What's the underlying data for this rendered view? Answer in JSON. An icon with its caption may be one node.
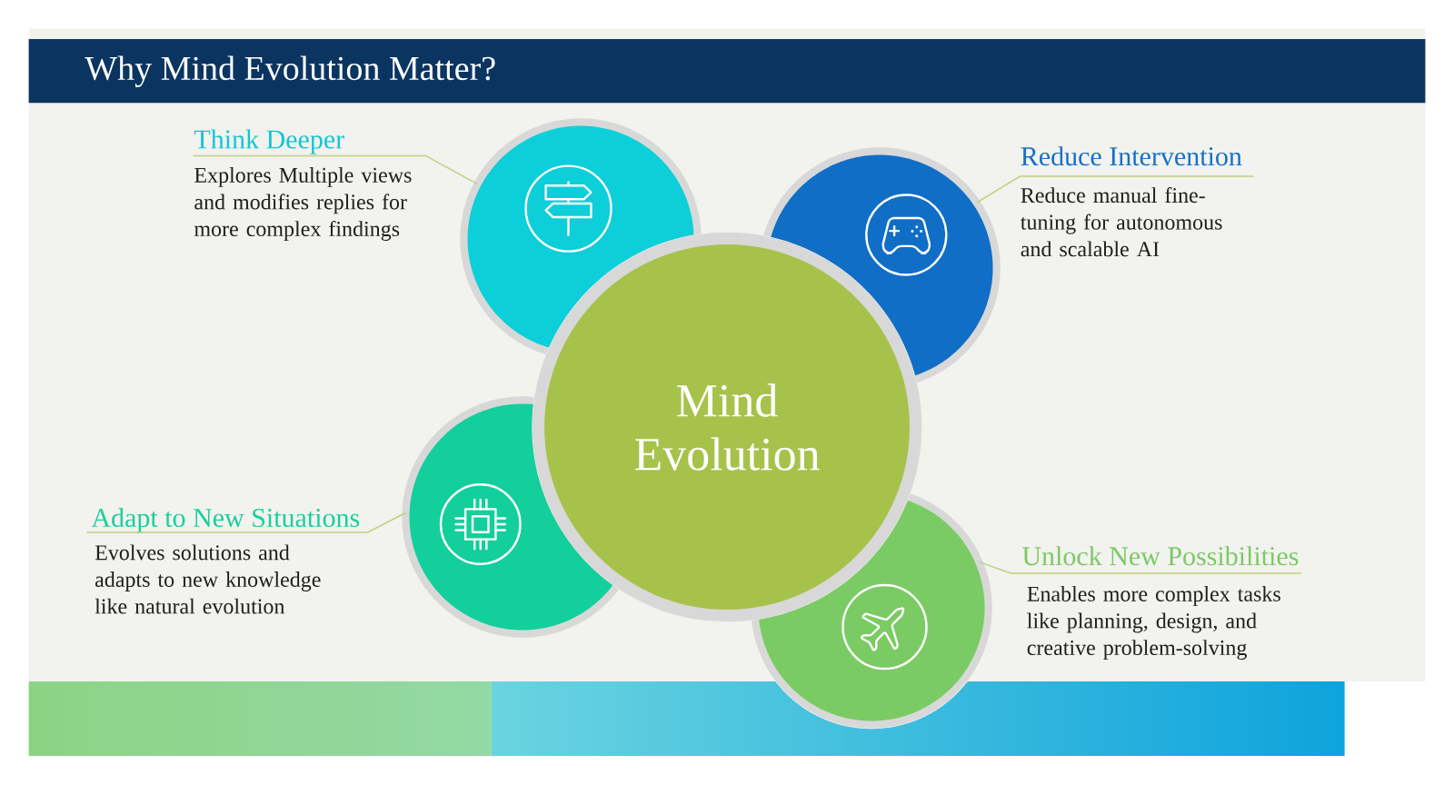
{
  "diagram": {
    "title": "Why Mind Evolution Matter?",
    "nodes": [
      {
        "text": [
          "Think Deeper",
          "Explores Multiple views and modifies replies for more complex findings"
        ]
      },
      {
        "text": [],
        "shape": "circle"
      },
      {
        "text": [],
        "shape": "circle"
      },
      {
        "text": [
          "Reduce Intervention",
          "Reduce manual fine-tuning for autonomous and scalable AI"
        ]
      },
      {
        "text": [
          "Mind Evolution"
        ]
      },
      {
        "text": [
          "Adapt to New Situations",
          "Evolves solutions and adapts to new knowledge like natural evolution"
        ]
      },
      {
        "text": [],
        "shape": "circle"
      },
      {
        "text": [],
        "shape": "circle"
      },
      {
        "text": [
          "Unlock New Possibilities",
          "Enables more complex tasks like planning, design, and creative problem-solving"
        ]
      }
    ],
    "edges": [
      {
        "from": 0,
        "to": 1,
        "arrow": "none"
      },
      {
        "from": 3,
        "to": 2,
        "arrow": "none"
      },
      {
        "from": 5,
        "to": 6,
        "arrow": "none"
      },
      {
        "from": 8,
        "to": 7,
        "arrow": "none"
      }
    ]
  }
}
